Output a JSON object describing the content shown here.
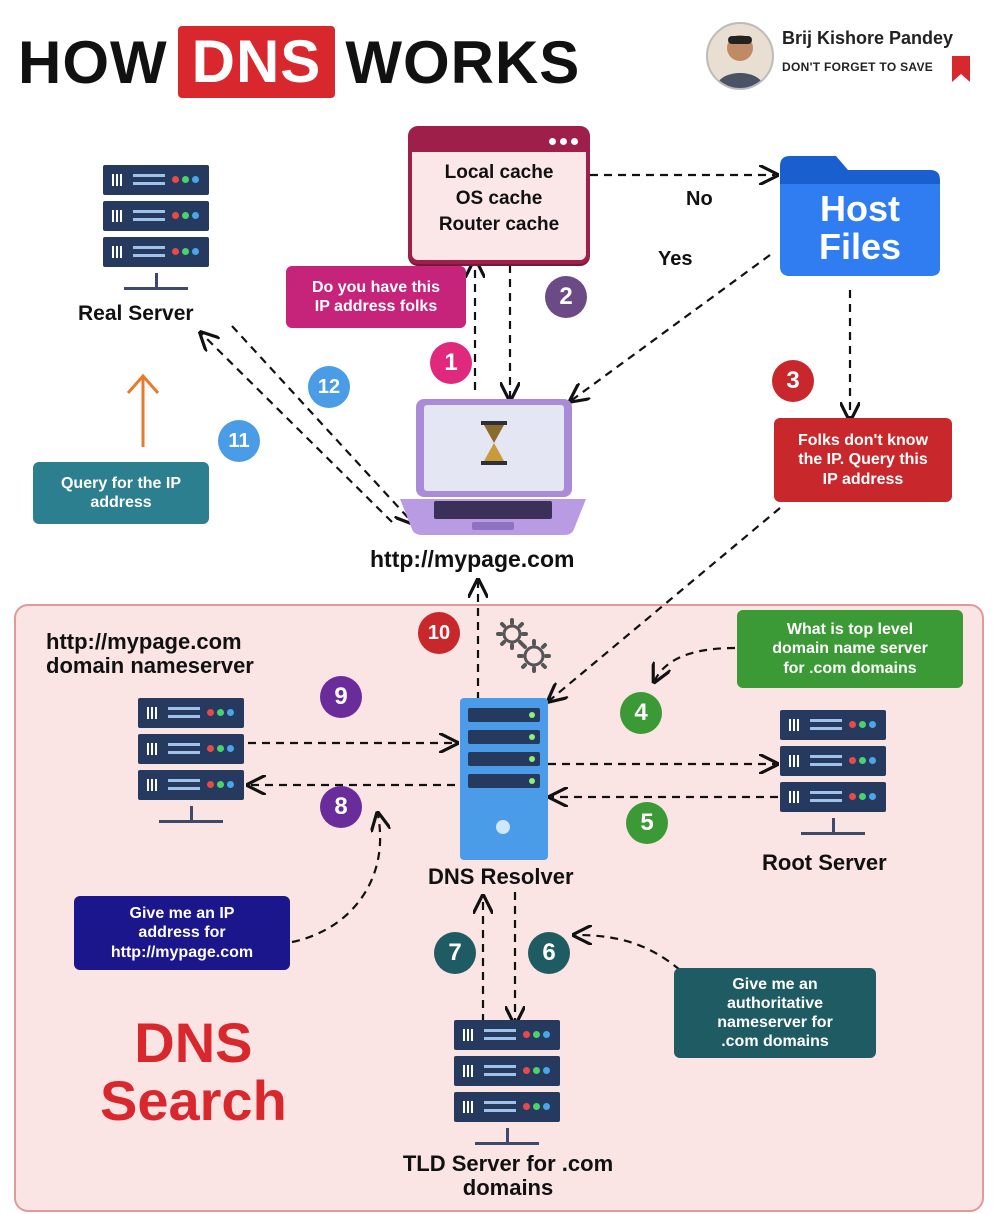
{
  "title": {
    "left": "HOW",
    "highlight": "DNS",
    "right": "WORKS"
  },
  "author": {
    "name": "Brij Kishore Pandey",
    "tagline": "DON'T FORGET TO SAVE"
  },
  "cache_box": {
    "line1": "Local cache",
    "line2": "OS cache",
    "line3": "Router cache"
  },
  "host_files": {
    "line1": "Host",
    "line2": "Files"
  },
  "labels": {
    "no": "No",
    "yes": "Yes",
    "real_server": "Real Server",
    "laptop_url": "http://mypage.com",
    "ns_line1": "http://mypage.com",
    "ns_line2": "domain nameserver",
    "dns_resolver": "DNS Resolver",
    "root_server": "Root Server",
    "tld_line1": "TLD Server for .com",
    "tld_line2": "domains",
    "dns_search_1": "DNS",
    "dns_search_2": "Search"
  },
  "callouts": {
    "ask_folks_1": "Do you have this",
    "ask_folks_2": "IP address folks",
    "query_ip_1": "Query for the IP",
    "query_ip_2": "address",
    "folks_dont_1": "Folks don't know",
    "folks_dont_2": "the IP. Query this",
    "folks_dont_3": "IP address",
    "tld_q_1": "What is top level",
    "tld_q_2": "domain name server",
    "tld_q_3": "for .com domains",
    "give_ip_1": "Give me an IP",
    "give_ip_2": "address for",
    "give_ip_3": "http://mypage.com",
    "auth_ns_1": "Give me an",
    "auth_ns_2": "authoritative",
    "auth_ns_3": "nameserver for",
    "auth_ns_4": ".com domains"
  },
  "steps": {
    "s1": "1",
    "s2": "2",
    "s3": "3",
    "s4": "4",
    "s5": "5",
    "s6": "6",
    "s7": "7",
    "s8": "8",
    "s9": "9",
    "s10": "10",
    "s11": "11",
    "s12": "12"
  },
  "colors": {
    "accent_red": "#d8282e",
    "magenta": "#c5247a",
    "purple": "#6a2c9b",
    "green": "#3b9a35",
    "teal": "#1f5b63",
    "navy": "#1b168c",
    "blue_badge": "#4a9ce6",
    "cache_border": "#9e1f4a"
  }
}
